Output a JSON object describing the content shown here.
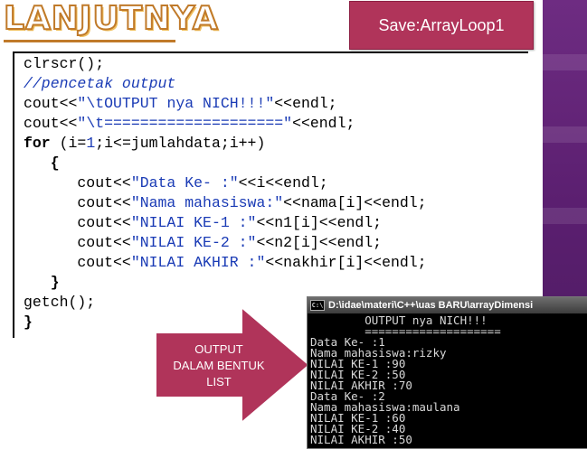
{
  "slide": {
    "title": "LANJUTNYA",
    "save_label": "Save:ArrayLoop1"
  },
  "code": {
    "lines": [
      [
        {
          "t": "clrscr();",
          "c": ""
        }
      ],
      [
        {
          "t": "//pencetak output",
          "c": "cmt"
        }
      ],
      [
        {
          "t": "cout<<",
          "c": ""
        },
        {
          "t": "\"\\tOUTPUT nya NICH!!!\"",
          "c": "str"
        },
        {
          "t": "<<endl;",
          "c": ""
        }
      ],
      [
        {
          "t": "cout<<",
          "c": ""
        },
        {
          "t": "\"\\t====================\"",
          "c": "str"
        },
        {
          "t": "<<endl;",
          "c": ""
        }
      ],
      [
        {
          "t": "for",
          "c": "kw"
        },
        {
          "t": " (i=",
          "c": ""
        },
        {
          "t": "1",
          "c": "num"
        },
        {
          "t": ";i<=jumlahdata;i++)",
          "c": ""
        }
      ],
      [
        {
          "t": "   {",
          "c": "kw"
        }
      ],
      [
        {
          "t": "      cout<<",
          "c": ""
        },
        {
          "t": "\"Data Ke- :\"",
          "c": "str"
        },
        {
          "t": "<<i<<endl;",
          "c": ""
        }
      ],
      [
        {
          "t": "      cout<<",
          "c": ""
        },
        {
          "t": "\"Nama mahasiswa:\"",
          "c": "str"
        },
        {
          "t": "<<nama[i]<<endl;",
          "c": ""
        }
      ],
      [
        {
          "t": "      cout<<",
          "c": ""
        },
        {
          "t": "\"NILAI KE-1 :\"",
          "c": "str"
        },
        {
          "t": "<<n1[i]<<endl;",
          "c": ""
        }
      ],
      [
        {
          "t": "      cout<<",
          "c": ""
        },
        {
          "t": "\"NILAI KE-2 :\"",
          "c": "str"
        },
        {
          "t": "<<n2[i]<<endl;",
          "c": ""
        }
      ],
      [
        {
          "t": "      cout<<",
          "c": ""
        },
        {
          "t": "\"NILAI AKHIR :\"",
          "c": "str"
        },
        {
          "t": "<<nakhir[i]<<endl;",
          "c": ""
        }
      ],
      [
        {
          "t": "   }",
          "c": "kw"
        }
      ],
      [
        {
          "t": "getch();",
          "c": ""
        }
      ],
      [
        {
          "t": "}",
          "c": "kw"
        }
      ]
    ]
  },
  "callout": {
    "line1": "OUTPUT",
    "line2": "DALAM BENTUK",
    "line3": "LIST"
  },
  "console": {
    "title": "D:\\idae\\materi\\C++\\uas BARU\\arrayDimensi",
    "icon_label": "C:\\",
    "lines": [
      "        OUTPUT nya NICH!!!",
      "        ====================",
      "Data Ke- :1",
      "Nama mahasiswa:rizky",
      "NILAI KE-1 :90",
      "NILAI KE-2 :50",
      "NILAI AKHIR :70",
      "Data Ke- :2",
      "Nama mahasiswa:maulana",
      "NILAI KE-1 :60",
      "NILAI KE-2 :40",
      "NILAI AKHIR :50"
    ]
  },
  "colors": {
    "save_box": "#b0345a",
    "code_string": "#1a3bb5",
    "callout_arrow": "#b0345a",
    "side_stripe": "#5b1f70"
  },
  "icons": {
    "console": "console-window-icon",
    "arrow": "right-arrow-shape"
  }
}
